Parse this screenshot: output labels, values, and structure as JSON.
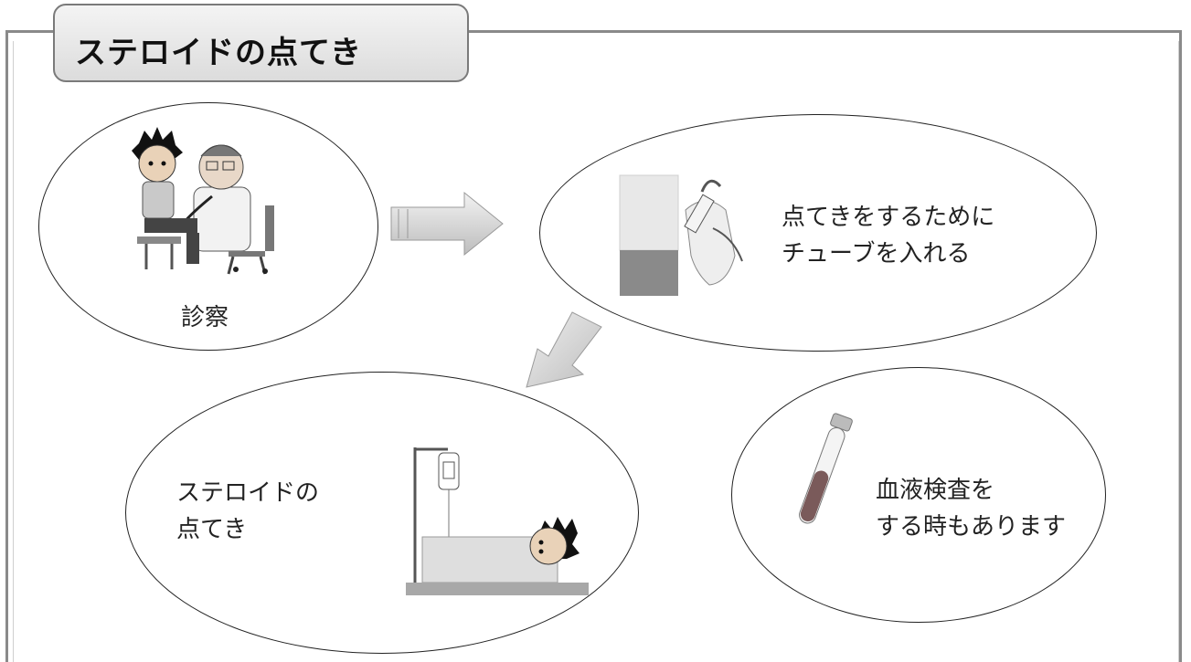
{
  "title": "ステロイドの点てき",
  "steps": {
    "exam": {
      "label": "診察"
    },
    "tube": {
      "line1": "点てきをするために",
      "line2": "チューブを入れる"
    },
    "drip": {
      "line1": "ステロイドの",
      "line2": "点てき"
    },
    "blood": {
      "line1": "血液検査を",
      "line2": "する時もあります"
    }
  },
  "colors": {
    "frame": "#8a8a8a",
    "tab": "#dcdcdc",
    "arrow": "#c9c9c9"
  }
}
